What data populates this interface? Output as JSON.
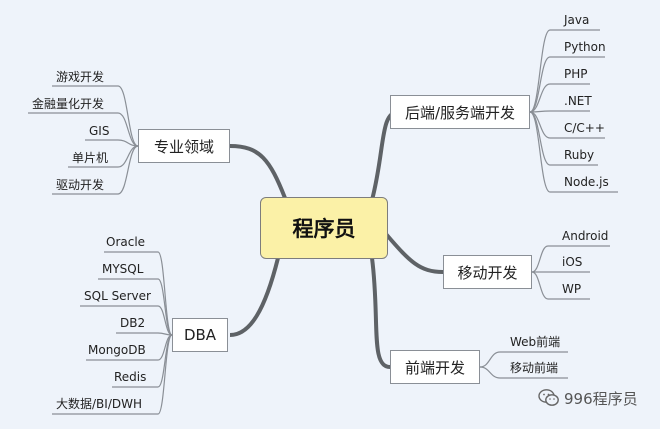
{
  "center": "程序员",
  "branches": {
    "backend": {
      "title": "后端/服务端开发",
      "items": [
        "Java",
        "Python",
        "PHP",
        ".NET",
        "C/C++",
        "Ruby",
        "Node.js"
      ]
    },
    "mobile": {
      "title": "移动开发",
      "items": [
        "Android",
        "iOS",
        "WP"
      ]
    },
    "frontend": {
      "title": "前端开发",
      "items": [
        "Web前端",
        "移动前端"
      ]
    },
    "domain": {
      "title": "专业领域",
      "items": [
        "游戏开发",
        "金融量化开发",
        "GIS",
        "单片机",
        "驱动开发"
      ]
    },
    "dba": {
      "title": "DBA",
      "items": [
        "Oracle",
        "MYSQL",
        "SQL Server",
        "DB2",
        "MongoDB",
        "Redis",
        "大数据/BI/DWH"
      ]
    }
  },
  "watermark": "996程序员",
  "colors": {
    "background": "#eef3fa",
    "center_fill": "#fbf1a7",
    "trunk": "#5e6266",
    "line": "#8a8f96"
  }
}
